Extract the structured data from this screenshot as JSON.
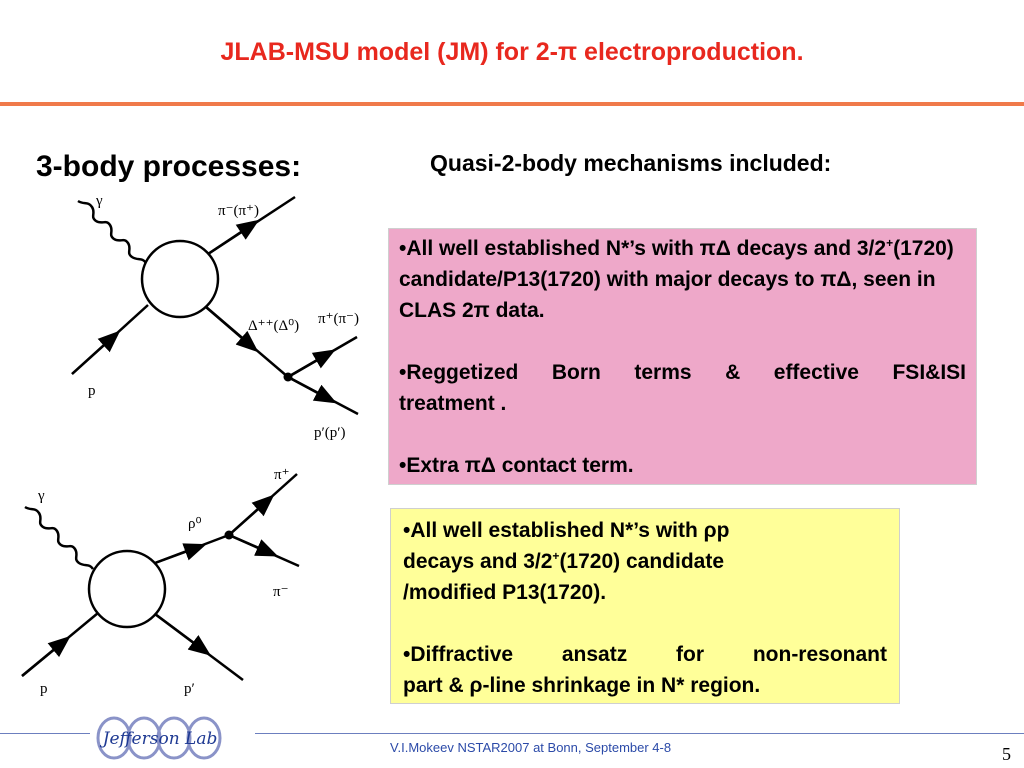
{
  "slide": {
    "title": "JLAB-MSU model (JM) for 2-π  electroproduction.",
    "left_heading": "3-body processes:",
    "right_heading": "Quasi-2-body mechanisms included:"
  },
  "pink_box": {
    "b1_lead": "•All well established N*’s with πΔ decays and 3/2",
    "b1_sup": "+",
    "b1_tail": "(1720) candidate/P13(1720) with major decays to πΔ, seen in CLAS 2π data.",
    "b2_line1": "•Reggetized Born terms & effective FSI&ISI",
    "b2_line2": "treatment .",
    "b3": "•Extra πΔ contact term."
  },
  "yellow_box": {
    "b1_line1": "•All well established N*’s with ρp",
    "b1_line2_lead": "decays and 3/2",
    "b1_sup": "+",
    "b1_line2_tail": "(1720) candidate",
    "b1_line3": "/modified P13(1720).",
    "b2_line1": "•Diffractive ansatz for non-resonant",
    "b2_line2": "part & ρ-line shrinkage in N* region."
  },
  "diagram_top": {
    "gamma": "γ",
    "pi_out": "π⁻(π⁺)",
    "delta": "Δ⁺⁺(Δ⁰)",
    "pi_decay": "π⁺(π⁻)",
    "p_in": "p",
    "p_out": "p′(p′)"
  },
  "diagram_bottom": {
    "gamma": "γ",
    "pi_plus": "π⁺",
    "rho": "ρ⁰",
    "pi_minus": "π⁻",
    "p_in": "p",
    "p_out": "p′"
  },
  "footer": {
    "text": "V.I.Mokeev   NSTAR2007 at Bonn, September  4-8",
    "page_number": "5",
    "logo_text": "Jefferson Lab"
  },
  "colors": {
    "title": "#e8281e",
    "title_rule": "#f07a4a",
    "pink_box": "#eea8c9",
    "yellow_box": "#ffff99",
    "footer_text": "#2b4aa8"
  }
}
